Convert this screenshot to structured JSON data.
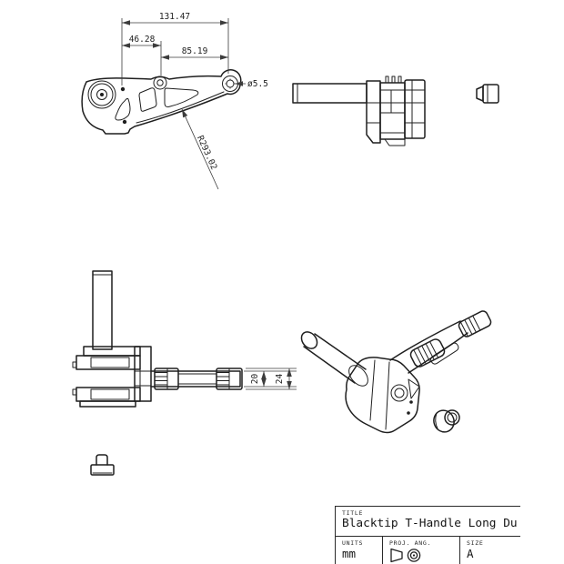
{
  "drawing": {
    "side_view": {
      "dim_overall": "131.47",
      "dim_left_hole": "46.28",
      "dim_right_span": "85.19",
      "dim_hole_diameter": "ø5.5",
      "dim_curve_radius": "R293.02"
    },
    "top_view": {
      "dim_arm_width": "20",
      "dim_boss_width": "24"
    }
  },
  "title_block": {
    "title_label": "TITLE",
    "title_value": "Blacktip T-Handle Long Du",
    "units_label": "UNITS",
    "units_value": "mm",
    "proj_label": "PROJ. ANG.",
    "size_label": "SIZE",
    "size_value": "A"
  },
  "colors": {
    "background": "#ffffff",
    "line": "#1f1f1f",
    "dimension": "#3c3c3c"
  }
}
